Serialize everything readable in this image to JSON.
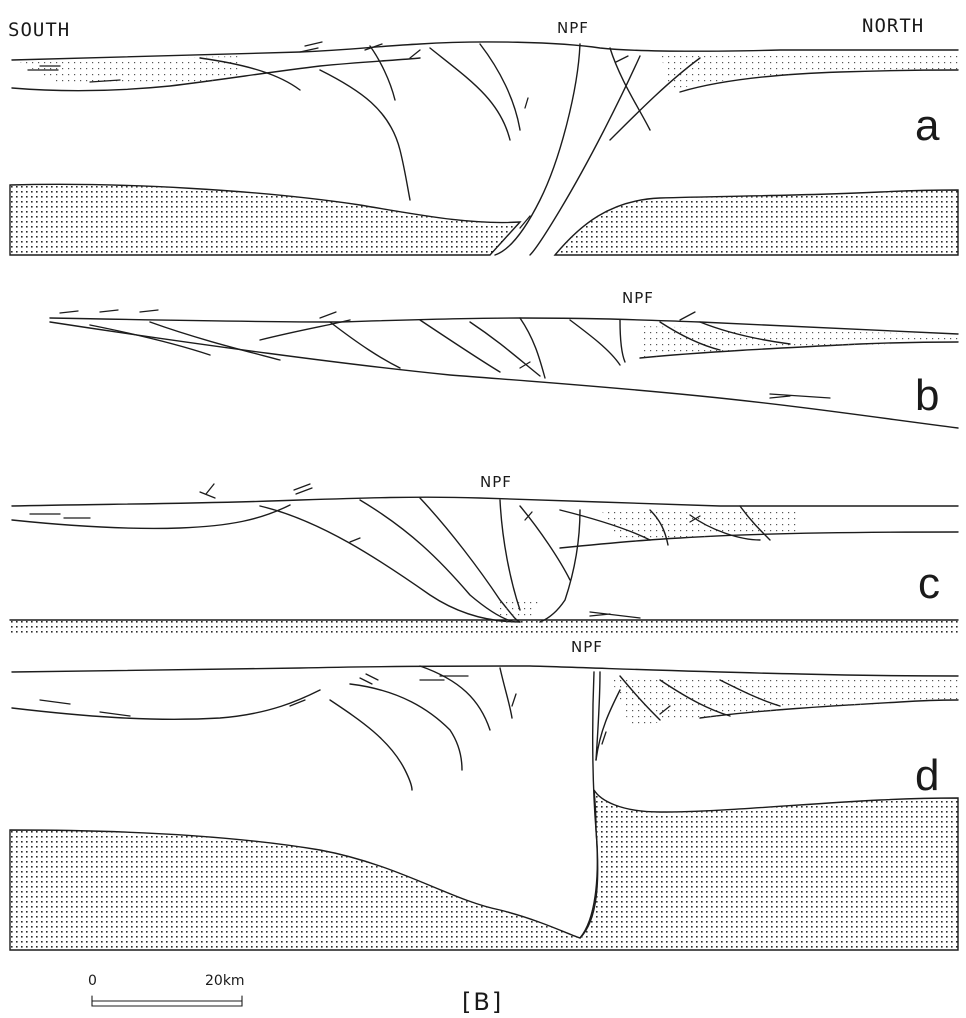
{
  "labels": {
    "south": "SOUTH",
    "north": "NORTH",
    "fault": "NPF",
    "figure": "[B]"
  },
  "panels": [
    {
      "id": "a",
      "label": "a",
      "fault_label": "NPF"
    },
    {
      "id": "b",
      "label": "b",
      "fault_label": "NPF"
    },
    {
      "id": "c",
      "label": "c",
      "fault_label": "NPF"
    },
    {
      "id": "d",
      "label": "d",
      "fault_label": "NPF"
    }
  ],
  "scale_bar": {
    "start_label": "0",
    "end_label": "20km"
  },
  "colors": {
    "ink": "#1c1c1c",
    "stipple": "#2a2a2a",
    "paper": "#ffffff"
  }
}
